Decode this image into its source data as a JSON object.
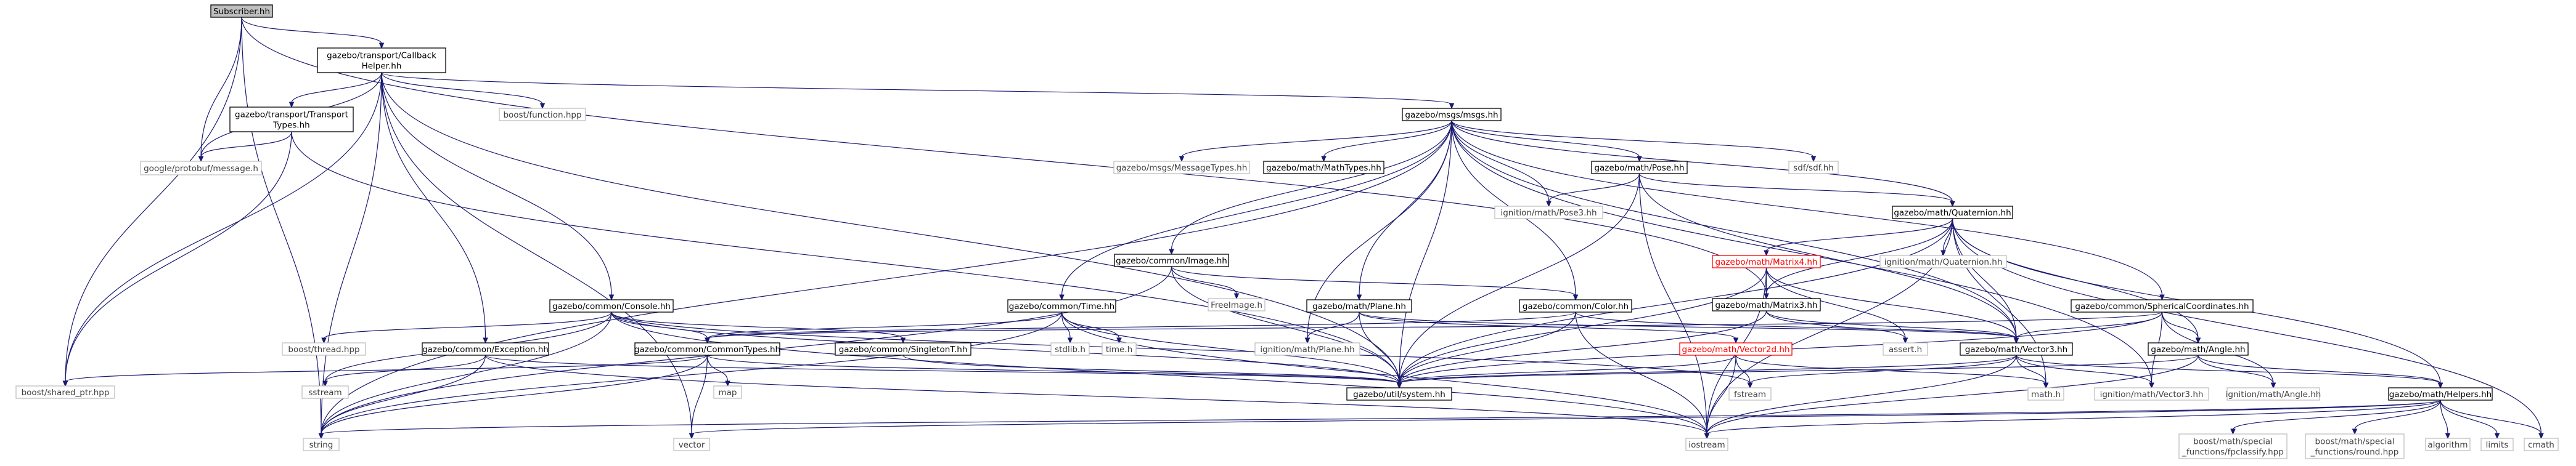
{
  "graph": {
    "colors": {
      "edge": "#191970",
      "node_border": "#000000",
      "leaf_border": "#bfbfbf",
      "leaf_text": "#404040",
      "root_fill": "#bfbfbf",
      "missing_border": "#ff0000",
      "missing_text": "#ff0000",
      "text": "#000000"
    },
    "nodes": [
      {
        "id": "subscriber",
        "lines": [
          "Subscriber.hh"
        ],
        "kind": "root"
      },
      {
        "id": "callbackhelper",
        "lines": [
          "gazebo/transport/Callback",
          "Helper.hh"
        ],
        "kind": "file"
      },
      {
        "id": "transporttypes",
        "lines": [
          "gazebo/transport/Transport",
          "Types.hh"
        ],
        "kind": "file"
      },
      {
        "id": "protobufmsg",
        "lines": [
          "google/protobuf/message.h"
        ],
        "kind": "leaf"
      },
      {
        "id": "boostfunction",
        "lines": [
          "boost/function.hpp"
        ],
        "kind": "leaf"
      },
      {
        "id": "msgs",
        "lines": [
          "gazebo/msgs/msgs.hh"
        ],
        "kind": "file"
      },
      {
        "id": "messagetypes",
        "lines": [
          "gazebo/msgs/MessageTypes.hh"
        ],
        "kind": "leaf"
      },
      {
        "id": "mathtypes",
        "lines": [
          "gazebo/math/MathTypes.hh"
        ],
        "kind": "file"
      },
      {
        "id": "pose",
        "lines": [
          "gazebo/math/Pose.hh"
        ],
        "kind": "file"
      },
      {
        "id": "sdf",
        "lines": [
          "sdf/sdf.hh"
        ],
        "kind": "leaf"
      },
      {
        "id": "pose3",
        "lines": [
          "ignition/math/Pose3.hh"
        ],
        "kind": "leaf"
      },
      {
        "id": "quaternion",
        "lines": [
          "gazebo/math/Quaternion.hh"
        ],
        "kind": "file"
      },
      {
        "id": "ignquaternion",
        "lines": [
          "ignition/math/Quaternion.hh"
        ],
        "kind": "leaf"
      },
      {
        "id": "matrix4",
        "lines": [
          "gazebo/math/Matrix4.hh"
        ],
        "kind": "missing"
      },
      {
        "id": "matrix3",
        "lines": [
          "gazebo/math/Matrix3.hh"
        ],
        "kind": "file"
      },
      {
        "id": "image",
        "lines": [
          "gazebo/common/Image.hh"
        ],
        "kind": "file"
      },
      {
        "id": "freeimage",
        "lines": [
          "FreeImage.h"
        ],
        "kind": "leaf"
      },
      {
        "id": "console",
        "lines": [
          "gazebo/common/Console.hh"
        ],
        "kind": "file"
      },
      {
        "id": "time",
        "lines": [
          "gazebo/common/Time.hh"
        ],
        "kind": "file"
      },
      {
        "id": "plane",
        "lines": [
          "gazebo/math/Plane.hh"
        ],
        "kind": "file"
      },
      {
        "id": "color",
        "lines": [
          "gazebo/common/Color.hh"
        ],
        "kind": "file"
      },
      {
        "id": "spherical",
        "lines": [
          "gazebo/common/SphericalCoordinates.hh"
        ],
        "kind": "file"
      },
      {
        "id": "boostthread",
        "lines": [
          "boost/thread.hpp"
        ],
        "kind": "leaf"
      },
      {
        "id": "exception",
        "lines": [
          "gazebo/common/Exception.hh"
        ],
        "kind": "file"
      },
      {
        "id": "commontypes",
        "lines": [
          "gazebo/common/CommonTypes.hh"
        ],
        "kind": "file"
      },
      {
        "id": "singleton",
        "lines": [
          "gazebo/common/SingletonT.hh"
        ],
        "kind": "file"
      },
      {
        "id": "stdlib",
        "lines": [
          "stdlib.h"
        ],
        "kind": "leaf"
      },
      {
        "id": "timeh",
        "lines": [
          "time.h"
        ],
        "kind": "leaf"
      },
      {
        "id": "ignplane",
        "lines": [
          "ignition/math/Plane.hh"
        ],
        "kind": "leaf"
      },
      {
        "id": "vector2d",
        "lines": [
          "gazebo/math/Vector2d.hh"
        ],
        "kind": "missing"
      },
      {
        "id": "asserth",
        "lines": [
          "assert.h"
        ],
        "kind": "leaf"
      },
      {
        "id": "vector3",
        "lines": [
          "gazebo/math/Vector3.hh"
        ],
        "kind": "file"
      },
      {
        "id": "angle",
        "lines": [
          "gazebo/math/Angle.hh"
        ],
        "kind": "file"
      },
      {
        "id": "boostshared",
        "lines": [
          "boost/shared_ptr.hpp"
        ],
        "kind": "leaf"
      },
      {
        "id": "sstream",
        "lines": [
          "sstream"
        ],
        "kind": "leaf"
      },
      {
        "id": "map",
        "lines": [
          "map"
        ],
        "kind": "leaf"
      },
      {
        "id": "system",
        "lines": [
          "gazebo/util/system.hh"
        ],
        "kind": "file"
      },
      {
        "id": "fstream",
        "lines": [
          "fstream"
        ],
        "kind": "leaf"
      },
      {
        "id": "mathh",
        "lines": [
          "math.h"
        ],
        "kind": "leaf"
      },
      {
        "id": "ignvector3",
        "lines": [
          "ignition/math/Vector3.hh"
        ],
        "kind": "leaf"
      },
      {
        "id": "ignangle",
        "lines": [
          "ignition/math/Angle.hh"
        ],
        "kind": "leaf"
      },
      {
        "id": "helpers",
        "lines": [
          "gazebo/math/Helpers.hh"
        ],
        "kind": "file"
      },
      {
        "id": "string",
        "lines": [
          "string"
        ],
        "kind": "leaf"
      },
      {
        "id": "vector",
        "lines": [
          "vector"
        ],
        "kind": "leaf"
      },
      {
        "id": "iostream",
        "lines": [
          "iostream"
        ],
        "kind": "leaf"
      },
      {
        "id": "fpclassify",
        "lines": [
          "boost/math/special",
          "_functions/fpclassify.hpp"
        ],
        "kind": "leaf"
      },
      {
        "id": "round",
        "lines": [
          "boost/math/special",
          "_functions/round.hpp"
        ],
        "kind": "leaf"
      },
      {
        "id": "algorithm",
        "lines": [
          "algorithm"
        ],
        "kind": "leaf"
      },
      {
        "id": "limits",
        "lines": [
          "limits"
        ],
        "kind": "leaf"
      },
      {
        "id": "cmath",
        "lines": [
          "cmath"
        ],
        "kind": "leaf"
      }
    ],
    "edges": [
      [
        "subscriber",
        "callbackhelper"
      ],
      [
        "subscriber",
        "string"
      ],
      [
        "subscriber",
        "boostshared"
      ],
      [
        "subscriber",
        "protobufmsg"
      ],
      [
        "subscriber",
        "matrix3"
      ],
      [
        "callbackhelper",
        "transporttypes"
      ],
      [
        "callbackhelper",
        "protobufmsg"
      ],
      [
        "callbackhelper",
        "boostfunction"
      ],
      [
        "callbackhelper",
        "msgs"
      ],
      [
        "callbackhelper",
        "console"
      ],
      [
        "callbackhelper",
        "exception"
      ],
      [
        "callbackhelper",
        "string"
      ],
      [
        "callbackhelper",
        "vector"
      ],
      [
        "callbackhelper",
        "boostshared"
      ],
      [
        "callbackhelper",
        "system"
      ],
      [
        "transporttypes",
        "protobufmsg"
      ],
      [
        "transporttypes",
        "boostshared"
      ],
      [
        "transporttypes",
        "system"
      ],
      [
        "msgs",
        "messagetypes"
      ],
      [
        "msgs",
        "mathtypes"
      ],
      [
        "msgs",
        "pose"
      ],
      [
        "msgs",
        "sdf"
      ],
      [
        "msgs",
        "pose3"
      ],
      [
        "msgs",
        "quaternion"
      ],
      [
        "msgs",
        "image"
      ],
      [
        "msgs",
        "time"
      ],
      [
        "msgs",
        "plane"
      ],
      [
        "msgs",
        "color"
      ],
      [
        "msgs",
        "spherical"
      ],
      [
        "msgs",
        "vector3"
      ],
      [
        "msgs",
        "system"
      ],
      [
        "msgs",
        "string"
      ],
      [
        "msgs",
        "ignplane"
      ],
      [
        "msgs",
        "ignvector3"
      ],
      [
        "pose",
        "pose3"
      ],
      [
        "pose",
        "quaternion"
      ],
      [
        "pose",
        "vector3"
      ],
      [
        "pose",
        "system"
      ],
      [
        "pose",
        "iostream"
      ],
      [
        "quaternion",
        "ignquaternion"
      ],
      [
        "quaternion",
        "matrix4"
      ],
      [
        "quaternion",
        "matrix3"
      ],
      [
        "quaternion",
        "vector3"
      ],
      [
        "quaternion",
        "angle"
      ],
      [
        "quaternion",
        "helpers"
      ],
      [
        "quaternion",
        "system"
      ],
      [
        "quaternion",
        "iostream"
      ],
      [
        "quaternion",
        "mathh"
      ],
      [
        "quaternion",
        "cmath"
      ],
      [
        "matrix4",
        "matrix3"
      ],
      [
        "matrix4",
        "vector3"
      ],
      [
        "matrix4",
        "asserth"
      ],
      [
        "matrix4",
        "system"
      ],
      [
        "matrix4",
        "iostream"
      ],
      [
        "matrix3",
        "vector3"
      ],
      [
        "matrix3",
        "asserth"
      ],
      [
        "matrix3",
        "system"
      ],
      [
        "image",
        "freeimage"
      ],
      [
        "image",
        "color"
      ],
      [
        "image",
        "string"
      ],
      [
        "image",
        "system"
      ],
      [
        "console",
        "boostthread"
      ],
      [
        "console",
        "commontypes"
      ],
      [
        "console",
        "singleton"
      ],
      [
        "console",
        "sstream"
      ],
      [
        "console",
        "string"
      ],
      [
        "console",
        "iostream"
      ],
      [
        "console",
        "fstream"
      ],
      [
        "console",
        "system"
      ],
      [
        "time",
        "commontypes"
      ],
      [
        "time",
        "stdlib"
      ],
      [
        "time",
        "timeh"
      ],
      [
        "time",
        "string"
      ],
      [
        "time",
        "iostream"
      ],
      [
        "time",
        "system"
      ],
      [
        "plane",
        "vector2d"
      ],
      [
        "plane",
        "vector3"
      ],
      [
        "plane",
        "ignplane"
      ],
      [
        "plane",
        "system"
      ],
      [
        "color",
        "vector3"
      ],
      [
        "color",
        "iostream"
      ],
      [
        "color",
        "commontypes"
      ],
      [
        "color",
        "system"
      ],
      [
        "spherical",
        "vector3"
      ],
      [
        "spherical",
        "angle"
      ],
      [
        "spherical",
        "ignvector3"
      ],
      [
        "spherical",
        "ignangle"
      ],
      [
        "spherical",
        "commontypes"
      ],
      [
        "spherical",
        "system"
      ],
      [
        "exception",
        "iostream"
      ],
      [
        "exception",
        "sstream"
      ],
      [
        "exception",
        "string"
      ],
      [
        "exception",
        "system"
      ],
      [
        "commontypes",
        "boostshared"
      ],
      [
        "commontypes",
        "map"
      ],
      [
        "commontypes",
        "string"
      ],
      [
        "commontypes",
        "vector"
      ],
      [
        "commontypes",
        "system"
      ],
      [
        "singleton",
        "system"
      ],
      [
        "vector2d",
        "mathh"
      ],
      [
        "vector2d",
        "fstream"
      ],
      [
        "vector2d",
        "iostream"
      ],
      [
        "vector2d",
        "system"
      ],
      [
        "vector3",
        "mathh"
      ],
      [
        "vector3",
        "fstream"
      ],
      [
        "vector3",
        "iostream"
      ],
      [
        "vector3",
        "ignvector3"
      ],
      [
        "vector3",
        "helpers"
      ],
      [
        "vector3",
        "system"
      ],
      [
        "angle",
        "ignangle"
      ],
      [
        "angle",
        "helpers"
      ],
      [
        "angle",
        "iostream"
      ],
      [
        "angle",
        "system"
      ],
      [
        "helpers",
        "fpclassify"
      ],
      [
        "helpers",
        "round"
      ],
      [
        "helpers",
        "algorithm"
      ],
      [
        "helpers",
        "limits"
      ],
      [
        "helpers",
        "cmath"
      ],
      [
        "helpers",
        "string"
      ],
      [
        "helpers",
        "vector"
      ],
      [
        "helpers",
        "iostream"
      ]
    ]
  }
}
